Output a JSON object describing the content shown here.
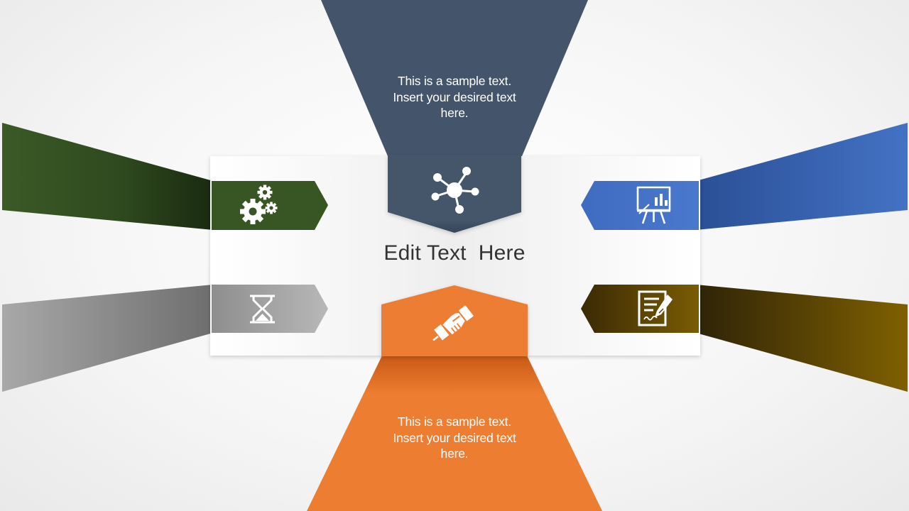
{
  "center_title": "Edit Text  Here",
  "top_panel": {
    "lines": [
      "This is a sample text.",
      "Insert your desired text",
      "here."
    ],
    "icon": "network-icon",
    "color": "#44546A"
  },
  "bottom_panel": {
    "lines": [
      "This is a sample text.",
      "Insert your desired text",
      "here."
    ],
    "icon": "handshake-icon",
    "color": "#ED7D31"
  },
  "side_arrows": [
    {
      "position": "left-top",
      "icon": "gears-icon",
      "color": "#375623"
    },
    {
      "position": "left-bottom",
      "icon": "hourglass-icon",
      "color": "#A5A5A5"
    },
    {
      "position": "right-top",
      "icon": "presentation-board-icon",
      "color": "#4472C4"
    },
    {
      "position": "right-bottom",
      "icon": "document-edit-icon",
      "color": "#7F6000"
    }
  ]
}
